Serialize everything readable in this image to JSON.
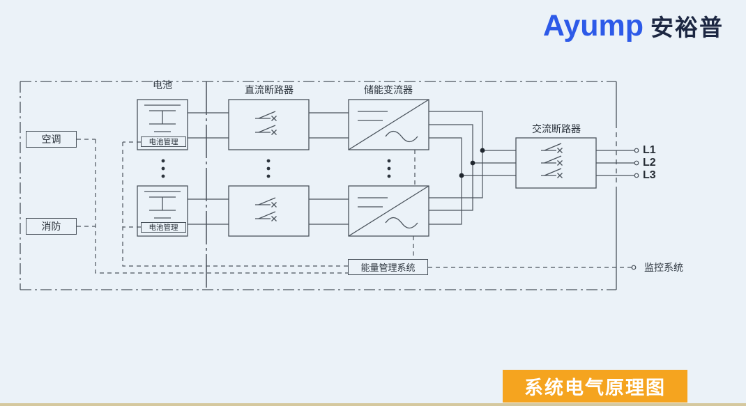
{
  "logo": {
    "latin": "Ayump",
    "chinese": "安裕普"
  },
  "banner": {
    "title": "系统电气原理图"
  },
  "diagram": {
    "labels": {
      "battery": "电池",
      "dc_breaker": "直流断路器",
      "converter": "储能变流器",
      "ac_breaker": "交流断路器",
      "hvac": "空调",
      "fire": "消防",
      "bms": "电池管理",
      "ems": "能量管理系统",
      "monitor": "监控系统",
      "l1": "L1",
      "l2": "L2",
      "l3": "L3"
    },
    "colors": {
      "line": "#49525b",
      "banner_orange": "#f5a41f",
      "logo_blue": "#2d5ae8",
      "logo_dark": "#1c2742",
      "background": "#ebf2f8",
      "banner_text": "#ffffff"
    }
  }
}
